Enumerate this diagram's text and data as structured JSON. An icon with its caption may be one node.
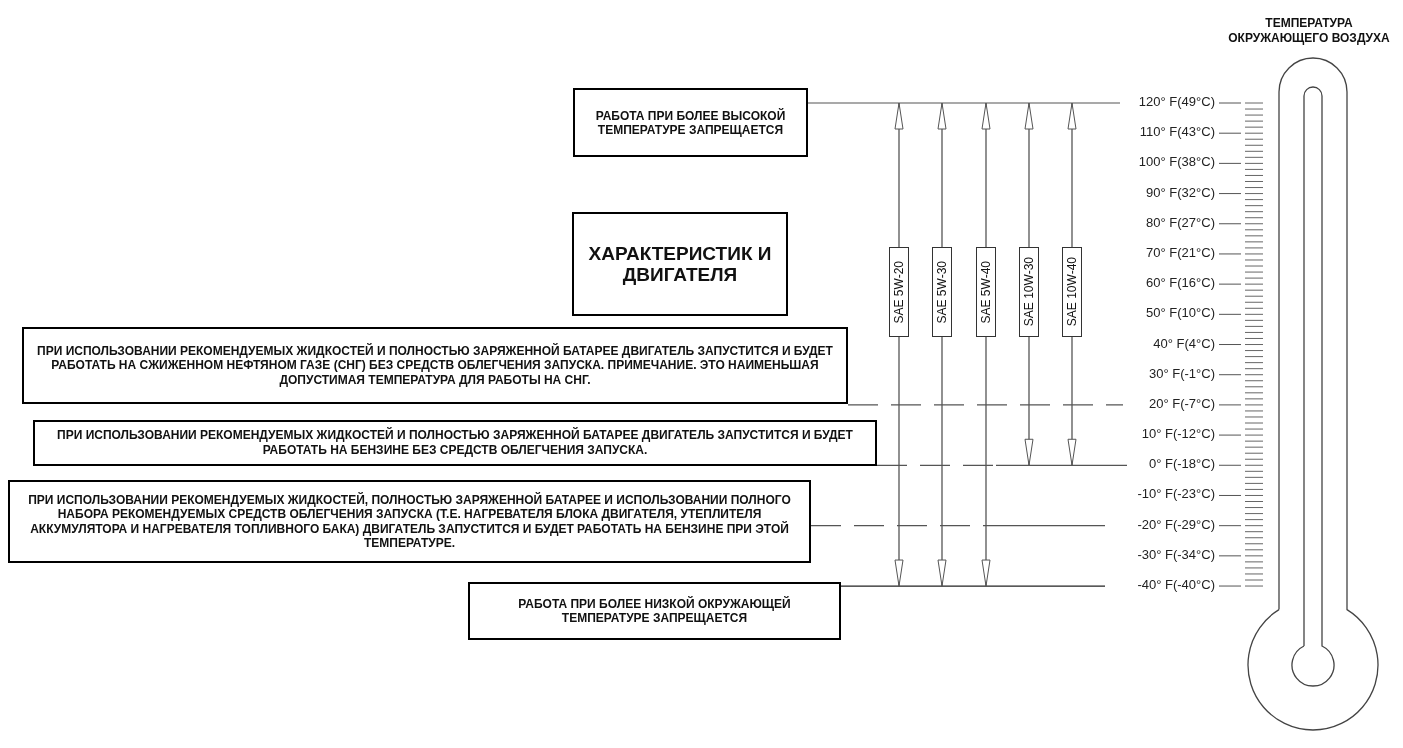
{
  "diagram": {
    "nodes": [
      {
        "text": [
          "РАБОТА ПРИ БОЛЕЕ ВЫСОКОЙ ТЕМПЕРАТУРЕ ЗАПРЕЩАЕТСЯ"
        ]
      },
      {
        "text": [
          "ХАРАКТЕРИСТИК И ДВИГАТЕЛЯ"
        ]
      },
      {
        "text": [
          "SAE 5W-20"
        ]
      },
      {
        "text": [
          "SAE 5W-30"
        ]
      },
      {
        "text": [
          "SAE 5W-40"
        ]
      },
      {
        "text": [
          "SAE 10W-30"
        ]
      },
      {
        "text": [
          "SAE 10W-40"
        ]
      },
      {
        "text": [
          "ПРИ ИСПОЛЬЗОВАНИИ РЕКОМЕНДУЕМЫХ ЖИДКОСТЕЙ И ПОЛНОСТЬЮ ЗАРЯЖЕННОЙ БАТАРЕЕ ДВИГАТЕЛЬ ЗАПУСТИТСЯ И БУДЕТ РАБОТАТЬ НА СЖИЖЕННОМ НЕФТЯНОМ ГАЗЕ (СНГ) БЕЗ СРЕДСТВ ОБЛЕГЧЕНИЯ ЗАПУСКА. ПРИМЕЧАНИЕ. ЭТО НАИМЕНЬШАЯ ДОПУСТИМАЯ ТЕМПЕРАТУРА ДЛЯ РАБОТЫ НА СНГ."
        ]
      },
      {
        "text": [
          "ПРИ ИСПОЛЬЗОВАНИИ РЕКОМЕНДУЕМЫХ ЖИДКОСТЕЙ И ПОЛНОСТЬЮ ЗАРЯЖЕННОЙ БАТАРЕЕ ДВИГАТЕЛЬ ЗАПУСТИТСЯ И БУДЕТ РАБОТАТЬ НА БЕНЗИНЕ БЕЗ СРЕДСТВ ОБЛЕГЧЕНИЯ ЗАПУСКА."
        ]
      },
      {
        "text": [
          "ПРИ ИСПОЛЬЗОВАНИИ РЕКОМЕНДУЕМЫХ ЖИДКОСТЕЙ, ПОЛНОСТЬЮ ЗАРЯЖЕННОЙ БАТАРЕЕ И ИСПОЛЬЗОВАНИИ ПОЛНОГО НАБОРА РЕКОМЕНДУЕМЫХ СРЕДСТВ ОБЛЕГЧЕНИЯ ЗАПУСКА (Т.Е. НАГРЕВАТЕЛЯ БЛОКА ДВИГАТЕЛЯ, УТЕПЛИТЕЛЯ АККУМУЛЯТОРА И НАГРЕВАТЕЛЯ ТОПЛИВНОГО БАКА) ДВИГАТЕЛЬ ЗАПУСТИТСЯ И БУДЕТ РАБОТАТЬ НА БЕНЗИНЕ ПРИ ЭТОЙ ТЕМПЕРАТУРЕ."
        ]
      },
      {
        "text": [
          "РАБОТА ПРИ БОЛЕЕ НИЗКОЙ ОКРУЖАЮЩЕЙ ТЕМПЕРАТУРЕ ЗАПРЕЩАЕТСЯ"
        ]
      }
    ],
    "edges": [
      {
        "from": 2,
        "to": null,
        "arrow": "to"
      },
      {
        "from": 2,
        "to": null,
        "arrow": "to"
      },
      {
        "from": 3,
        "to": null,
        "arrow": "to"
      },
      {
        "from": 3,
        "to": null,
        "arrow": "to"
      },
      {
        "from": 4,
        "to": null,
        "arrow": "to"
      },
      {
        "from": 4,
        "to": null,
        "arrow": "to"
      },
      {
        "from": 5,
        "to": null,
        "arrow": "to"
      },
      {
        "from": 5,
        "to": null,
        "arrow": "to"
      },
      {
        "from": 6,
        "to": null,
        "arrow": "to"
      },
      {
        "from": 6,
        "to": null,
        "arrow": "to"
      }
    ],
    "labels": [
      "ТЕМПЕРАТУРА ОКРУЖАЮЩЕГО ВОЗДУХА",
      "120° F(49°C)",
      "110° F(43°C)",
      "100° F(38°C)",
      "90° F(32°C)",
      "80° F(27°C)",
      "70° F(21°C)",
      "60° F(16°C)",
      "50° F(10°C)",
      "40° F(4°C)",
      "30° F(-1°C)",
      "20° F(-7°C)",
      "10° F(-12°C)",
      "0° F(-18°C)",
      "-10° F(-23°C)",
      "-20° F(-29°C)",
      "-30° F(-34°C)",
      "-40° F(-40°C)"
    ]
  }
}
